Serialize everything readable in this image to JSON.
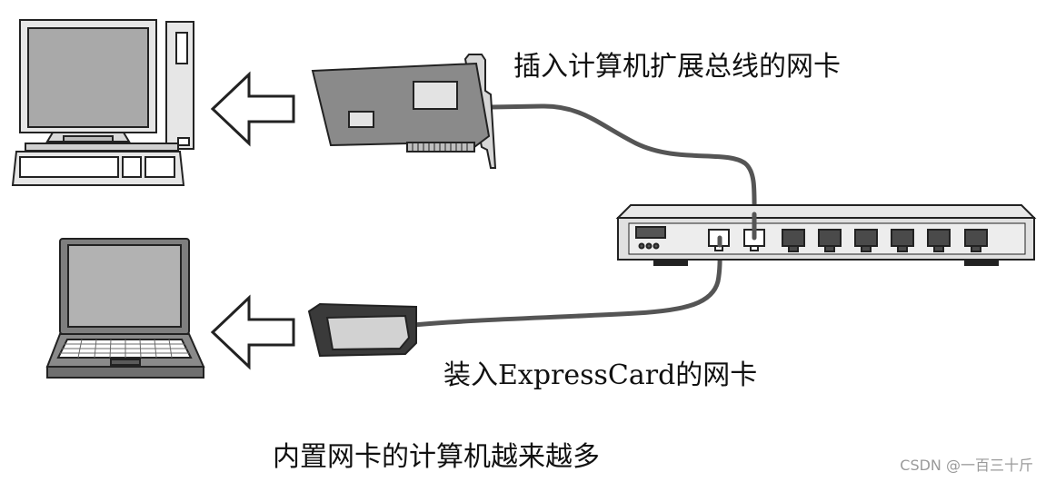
{
  "labels": {
    "nic_card": "插入计算机扩展总线的网卡",
    "expresscard": "装入ExpressCard的网卡",
    "caption": "内置网卡的计算机越来越多"
  },
  "watermark": "CSDN @一百三十斤",
  "colors": {
    "card_fill": "#8a8a8a",
    "cable": "#555555",
    "screen": "#a9a9a9",
    "outline": "#222222"
  }
}
